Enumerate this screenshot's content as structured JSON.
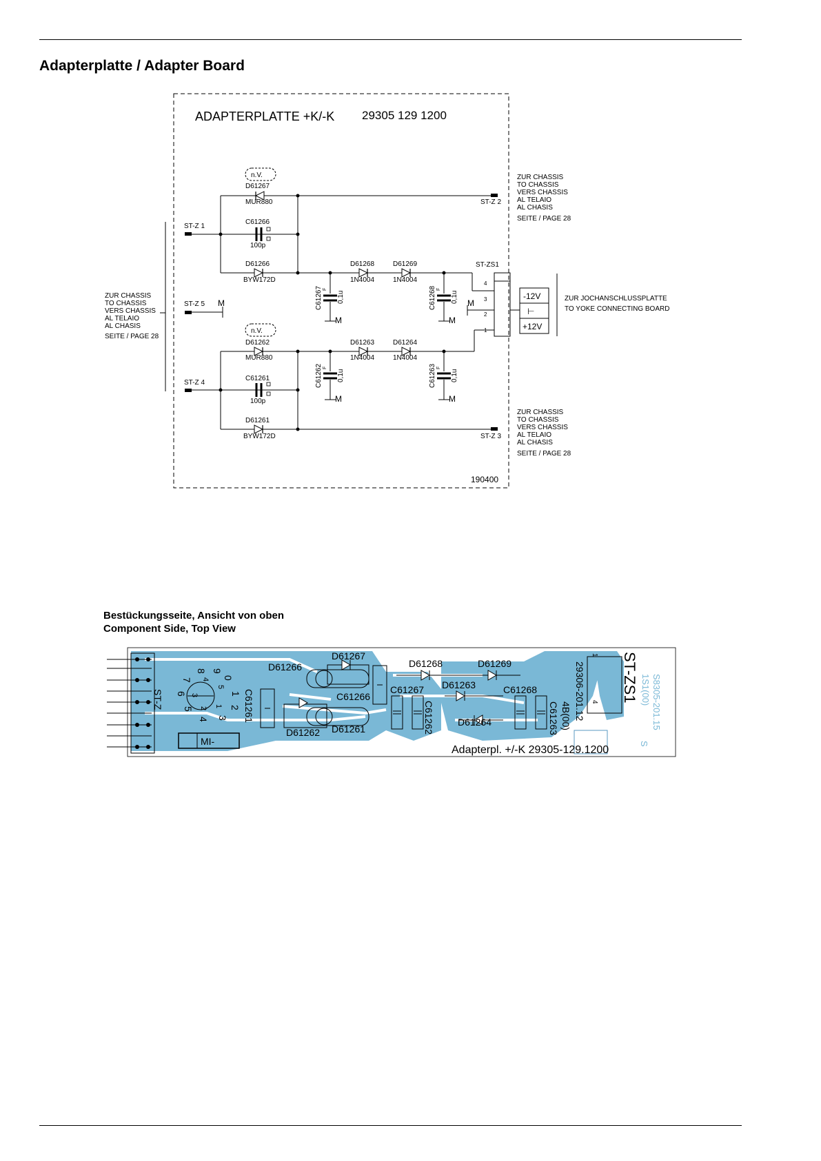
{
  "page": {
    "title": "Adapterplatte / Adapter Board",
    "subtitle_de": "Bestückungsseite, Ansicht von oben",
    "subtitle_en": "Component Side, Top View"
  },
  "schematic": {
    "board_title": "ADAPTERPLATTE +K/-K",
    "board_number": "29305 129 1200",
    "date_code": "190400",
    "connectors": {
      "stz1": "ST-Z  1",
      "stz2": "ST-Z  2",
      "stz3": "ST-Z  3",
      "stz4": "ST-Z  4",
      "stz5": "ST-Z  5",
      "stzs1": "ST-ZS1",
      "ground": "M",
      "pin1": "1",
      "pin2": "2",
      "pin3": "3",
      "pin4": "4"
    },
    "supply": {
      "minus": "-12V",
      "plus": "+12V",
      "gnd": "⊢"
    },
    "chassis_note": [
      "ZUR CHASSIS",
      "TO CHASSIS",
      "VERS CHASSIS",
      "AL TELAIO",
      "AL CHASIS",
      "SEITE / PAGE 28"
    ],
    "yoke_note": [
      "ZUR JOCHANSCHLUSSPLATTE",
      "TO YOKE CONNECTING BOARD"
    ],
    "components": {
      "nv": "n.V.",
      "d61267": "D61267",
      "mur880": "MUR880",
      "c61266": "C61266",
      "p100": "100p",
      "d61266": "D61266",
      "byw172d": "BYW172D",
      "d61268": "D61268",
      "d61269": "D61269",
      "n4004": "1N4004",
      "c61267": "C61267",
      "c61268": "C61268",
      "c61262": "C61262",
      "c61263": "C61263",
      "u01": "0,1u",
      "f": "F",
      "d61262": "D61262",
      "d61263": "D61263",
      "d61264": "D61264",
      "c61261": "C61261",
      "d61261": "D61261"
    }
  },
  "pcb": {
    "connector_left": "ST-Z",
    "connector_right": "ST-ZS1",
    "connector_right_pin1": "1",
    "connector_right_pin4": "4",
    "board_label": "Adapterpl. +/-K 29305-129.1200",
    "mi_label": "MI-",
    "side_number": "29306-201.12",
    "side_code": "4B(00)",
    "mirror_text_1": "S8305-201.15",
    "mirror_text_2": "1S1(00)",
    "mirror_text_3": "S",
    "dial_digits": [
      "0",
      "1",
      "2",
      "3",
      "4",
      "5",
      "6",
      "7",
      "8",
      "9"
    ],
    "dial_inner": [
      "5",
      "4",
      "3",
      "2",
      "1"
    ],
    "labels": {
      "d61266": "D61266",
      "d61267": "D61267",
      "d61268": "D61268",
      "d61269": "D61269",
      "d61263": "D61263",
      "d61264": "D61264",
      "d61262": "D61262",
      "d61261": "D61261",
      "c61266": "C61266",
      "c61267": "C61267",
      "c61268": "C61268",
      "c61261": "C61261",
      "c61262": "C61262",
      "c61263": "C61263"
    }
  },
  "colors": {
    "copper": "#7ab8d6",
    "ink": "#000000"
  }
}
